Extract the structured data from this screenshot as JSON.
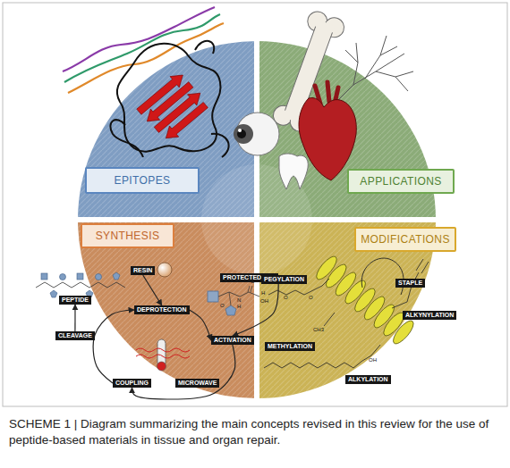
{
  "diagram": {
    "caption": "SCHEME 1 | Diagram summarizing the main concepts revised in this review for the use of peptide-based materials in tissue and organ repair.",
    "nodes": [
      {
        "text": [
          "EPITOPES"
        ]
      },
      {
        "text": [
          "APPLICATIONS"
        ]
      },
      {
        "text": [
          "SYNTHESIS"
        ]
      },
      {
        "text": [
          "MODIFICATIONS"
        ]
      },
      {
        "text": [
          "RESIN"
        ]
      },
      {
        "text": [
          "PEPTIDE"
        ]
      },
      {
        "text": [
          "PROTECTED A.A."
        ]
      },
      {
        "text": [
          "DEPROTECTION"
        ]
      },
      {
        "text": [
          "CLEAVAGE"
        ]
      },
      {
        "text": [
          "ACTIVATION"
        ]
      },
      {
        "text": [
          "COUPLING"
        ]
      },
      {
        "text": [
          "MICROWAVE"
        ]
      },
      {
        "text": [
          "PEGYLATION"
        ]
      },
      {
        "text": [
          "STAPLE"
        ]
      },
      {
        "text": [
          "ALKYNYLATION"
        ]
      },
      {
        "text": [
          "METHYLATION"
        ]
      },
      {
        "text": [
          "ALKYLATION"
        ]
      }
    ],
    "edges": [
      {
        "from": 4,
        "to": 7,
        "arrow": "to"
      },
      {
        "from": 7,
        "to": 9,
        "arrow": "to"
      },
      {
        "from": 6,
        "to": 9,
        "arrow": "to"
      },
      {
        "from": 9,
        "to": 10,
        "arrow": "to"
      },
      {
        "from": 10,
        "to": 7,
        "arrow": "to"
      },
      {
        "from": 8,
        "to": 5,
        "arrow": "to"
      }
    ],
    "labels": [
      "O",
      "N",
      "H",
      "O",
      "OH",
      "H",
      "O",
      "O",
      "CH3",
      "OH"
    ]
  }
}
